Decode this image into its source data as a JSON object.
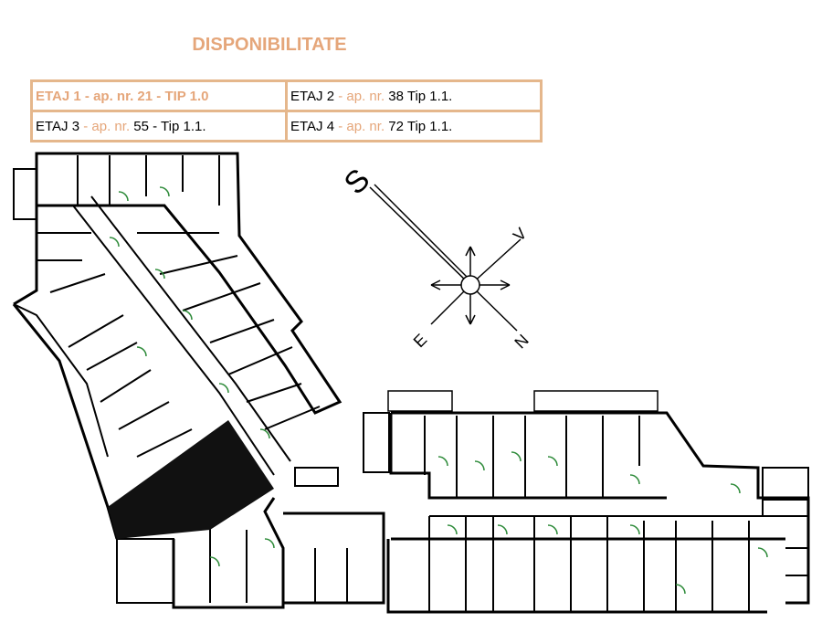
{
  "title": "DISPONIBILITATE",
  "colors": {
    "accent": "#e5a67a",
    "border": "#e5b78c",
    "text": "#000000"
  },
  "availability": [
    {
      "floor": "ETAJ  1",
      "sep": "  - ap. nr. 21 - TIP 1.0",
      "highlighted": true
    },
    {
      "floor": "ETAJ  2",
      "sep": " - ap. nr. ",
      "number": "38 Tip 1.1."
    },
    {
      "floor": "ETAJ  3",
      "sep": "  - ap. nr. ",
      "number": "55 - Tip 1.1."
    },
    {
      "floor": "ETAJ 4",
      "sep": "  - ap. nr. ",
      "number": "72 Tip 1.1."
    }
  ],
  "compass": {
    "s": "S",
    "v": "V",
    "e": "E",
    "n": "N"
  }
}
